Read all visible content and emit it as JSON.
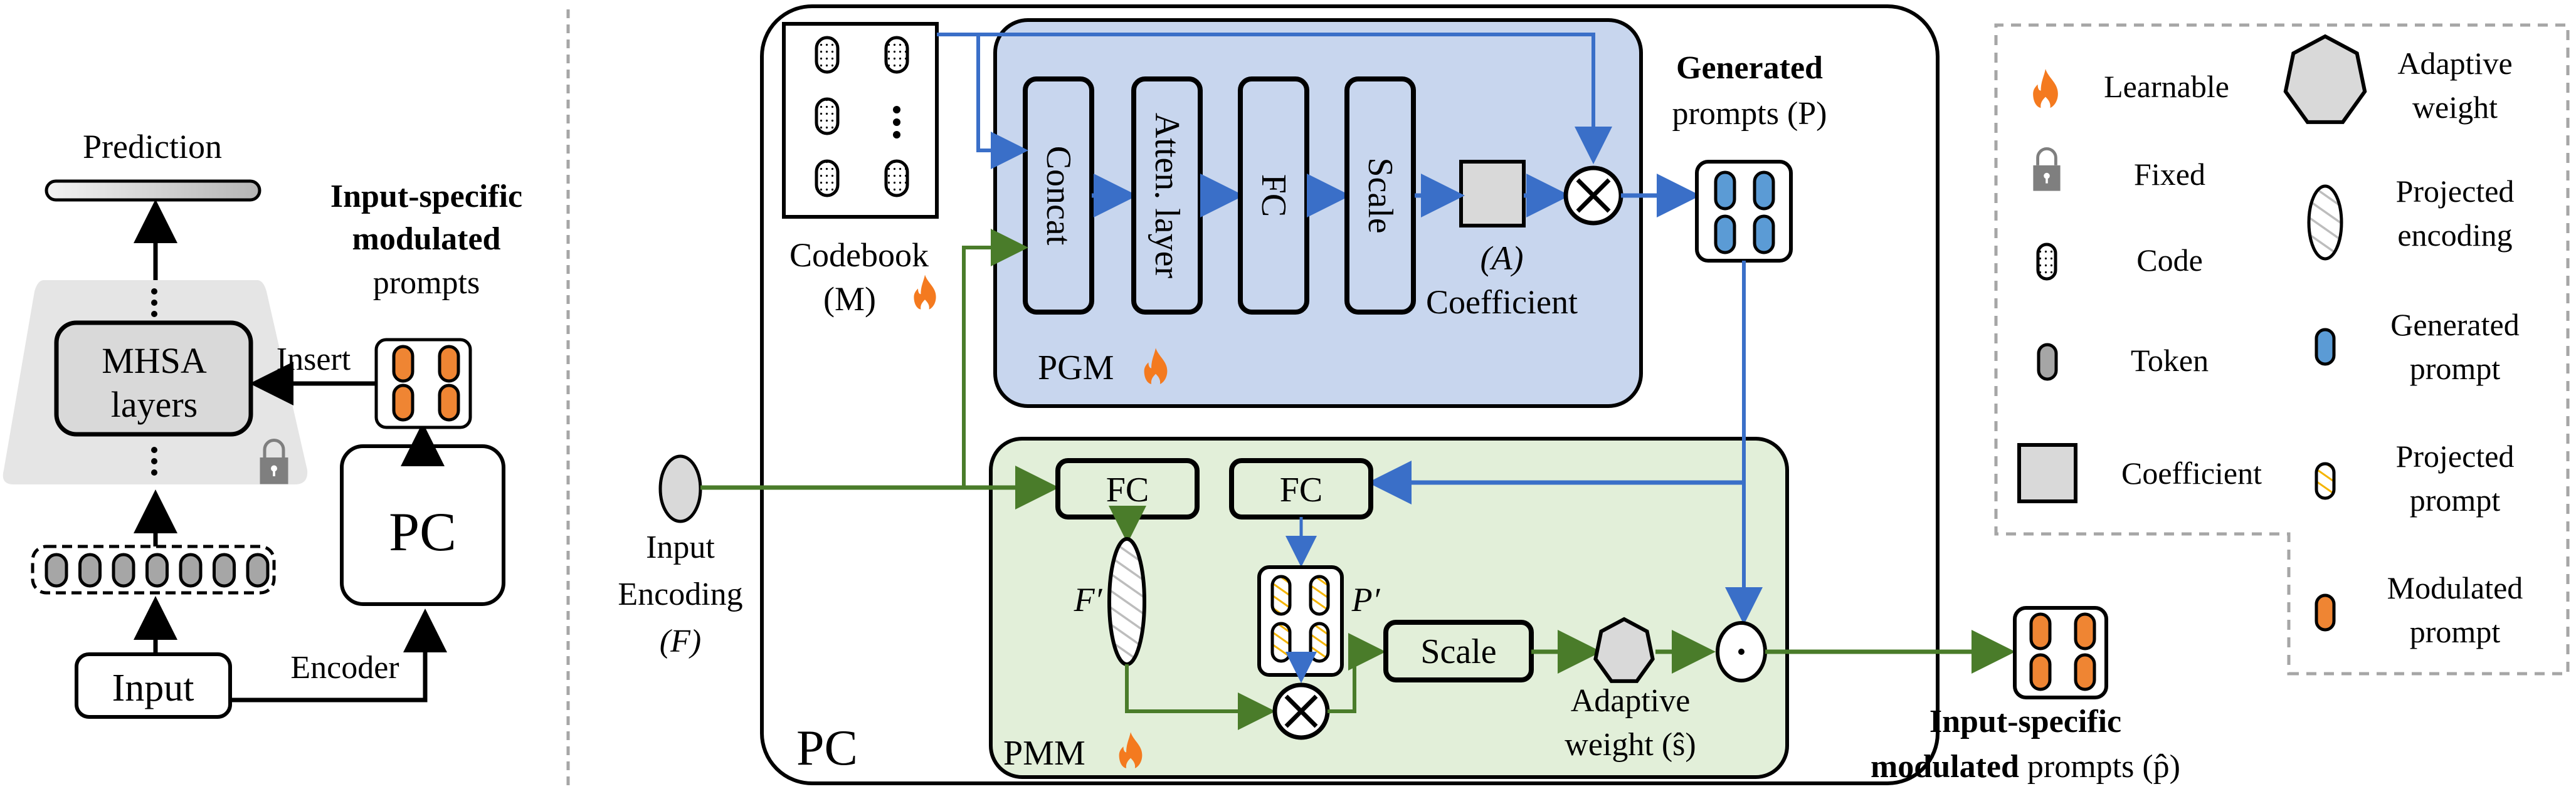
{
  "colors": {
    "blue_arrow": "#3a6fc8",
    "green_arrow": "#4a7c2a",
    "pgm_fill": "#c8d6ee",
    "pmm_fill": "#e2efd9",
    "orange_prompt": "#ef8533",
    "blue_prompt": "#5b9bd5",
    "flame": "#f47a1f",
    "gray_fill": "#d9d9d9",
    "token_fill": "#a6a6a6",
    "lock": "#7f7f7f",
    "projected_stripe": "#f5b400"
  },
  "left_panel": {
    "prediction_label": "Prediction",
    "mhsa_label_line1": "MHSA",
    "mhsa_label_line2": "layers",
    "insert_label": "Insert",
    "prompts_title_line1": "Input-specific",
    "prompts_title_line2": "modulated",
    "prompts_title_line3": "prompts",
    "pc_label": "PC",
    "input_label": "Input",
    "encoder_label": "Encoder",
    "token_count": 7
  },
  "pc_module": {
    "label": "PC",
    "codebook_label": "Codebook",
    "codebook_symbol": "(M)",
    "input_encoding_line1": "Input",
    "input_encoding_line2": "Encoding",
    "input_encoding_symbol": "(F)",
    "pgm": {
      "label": "PGM",
      "blocks": [
        "Concat",
        "Atten. layer",
        "FC",
        "Scale"
      ],
      "coefficient_symbol": "(A)",
      "coefficient_label": "Coefficient"
    },
    "generated_title_bold": "Generated",
    "generated_title_rest": "prompts (P)",
    "pmm": {
      "label": "PMM",
      "fc1": "FC",
      "fc2": "FC",
      "f_prime": "F′",
      "p_prime": "P′",
      "scale": "Scale",
      "adaptive_line1": "Adaptive",
      "adaptive_line2": "weight (ŝ)"
    },
    "output_title_line1": "Input-specific",
    "output_title_line2_bold": "modulated",
    "output_title_line2_rest": " prompts (p̂)"
  },
  "legend": {
    "items": [
      {
        "icon": "flame-icon",
        "label": "Learnable"
      },
      {
        "icon": "lock-icon",
        "label": "Fixed"
      },
      {
        "icon": "code-icon",
        "label": "Code"
      },
      {
        "icon": "token-icon",
        "label": "Token"
      },
      {
        "icon": "coefficient-icon",
        "label": "Coefficient"
      },
      {
        "icon": "heptagon-icon",
        "label_line1": "Adaptive",
        "label_line2": "weight"
      },
      {
        "icon": "projected-encoding-icon",
        "label_line1": "Projected",
        "label_line2": "encoding"
      },
      {
        "icon": "generated-prompt-icon",
        "label_line1": "Generated",
        "label_line2": "prompt"
      },
      {
        "icon": "projected-prompt-icon",
        "label_line1": "Projected",
        "label_line2": "prompt"
      },
      {
        "icon": "modulated-prompt-icon",
        "label_line1": "Modulated",
        "label_line2": "prompt"
      }
    ]
  }
}
